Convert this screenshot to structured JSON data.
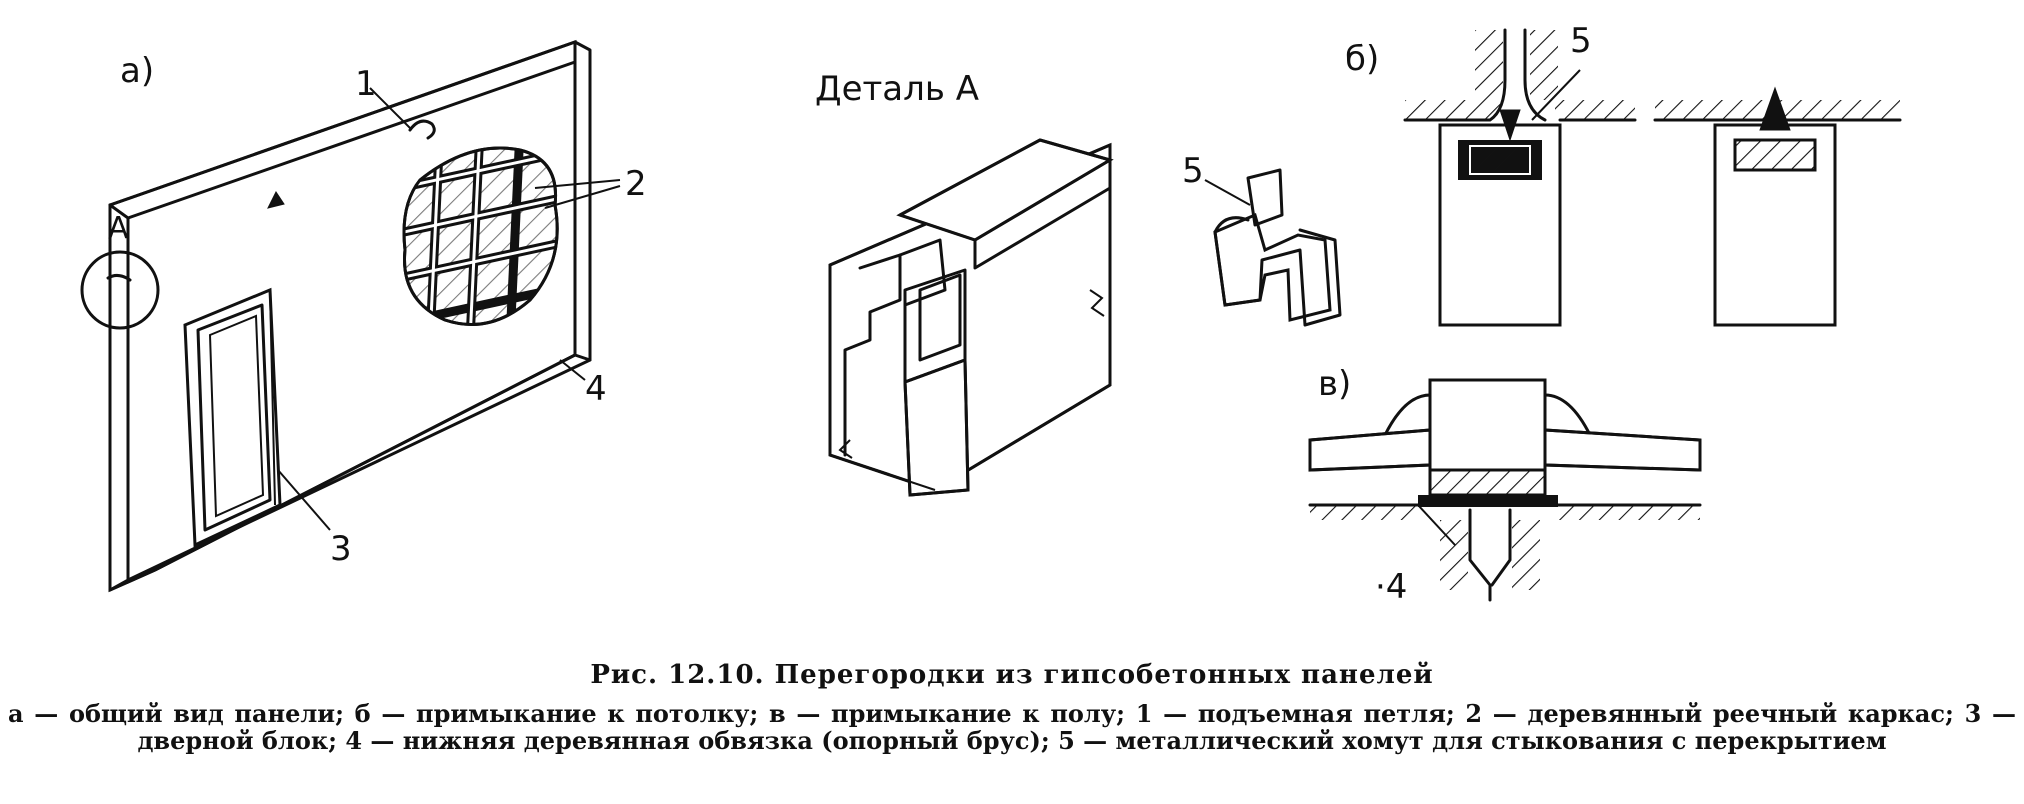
{
  "labels": {
    "part_a": "а)",
    "part_b": "б)",
    "part_v": "в)",
    "detail_a": "Деталь А",
    "callout_a": "А",
    "n1": "1",
    "n2": "2",
    "n3": "3",
    "n4": "4",
    "n4b": "·4",
    "n5": "5",
    "n5b": "5"
  },
  "caption": {
    "title": "Рис. 12.10. Перегородки из гипсобетонных панелей",
    "text": "а — общий вид панели; б — примыкание к потолку; в — примыкание к полу; 1 — подъемная петля; 2 — деревянный реечный каркас; 3 — дверной блок; 4 — нижняя деревянная обвязка (опорный брус); 5 — металлический хомут для стыкования с перекрытием"
  }
}
